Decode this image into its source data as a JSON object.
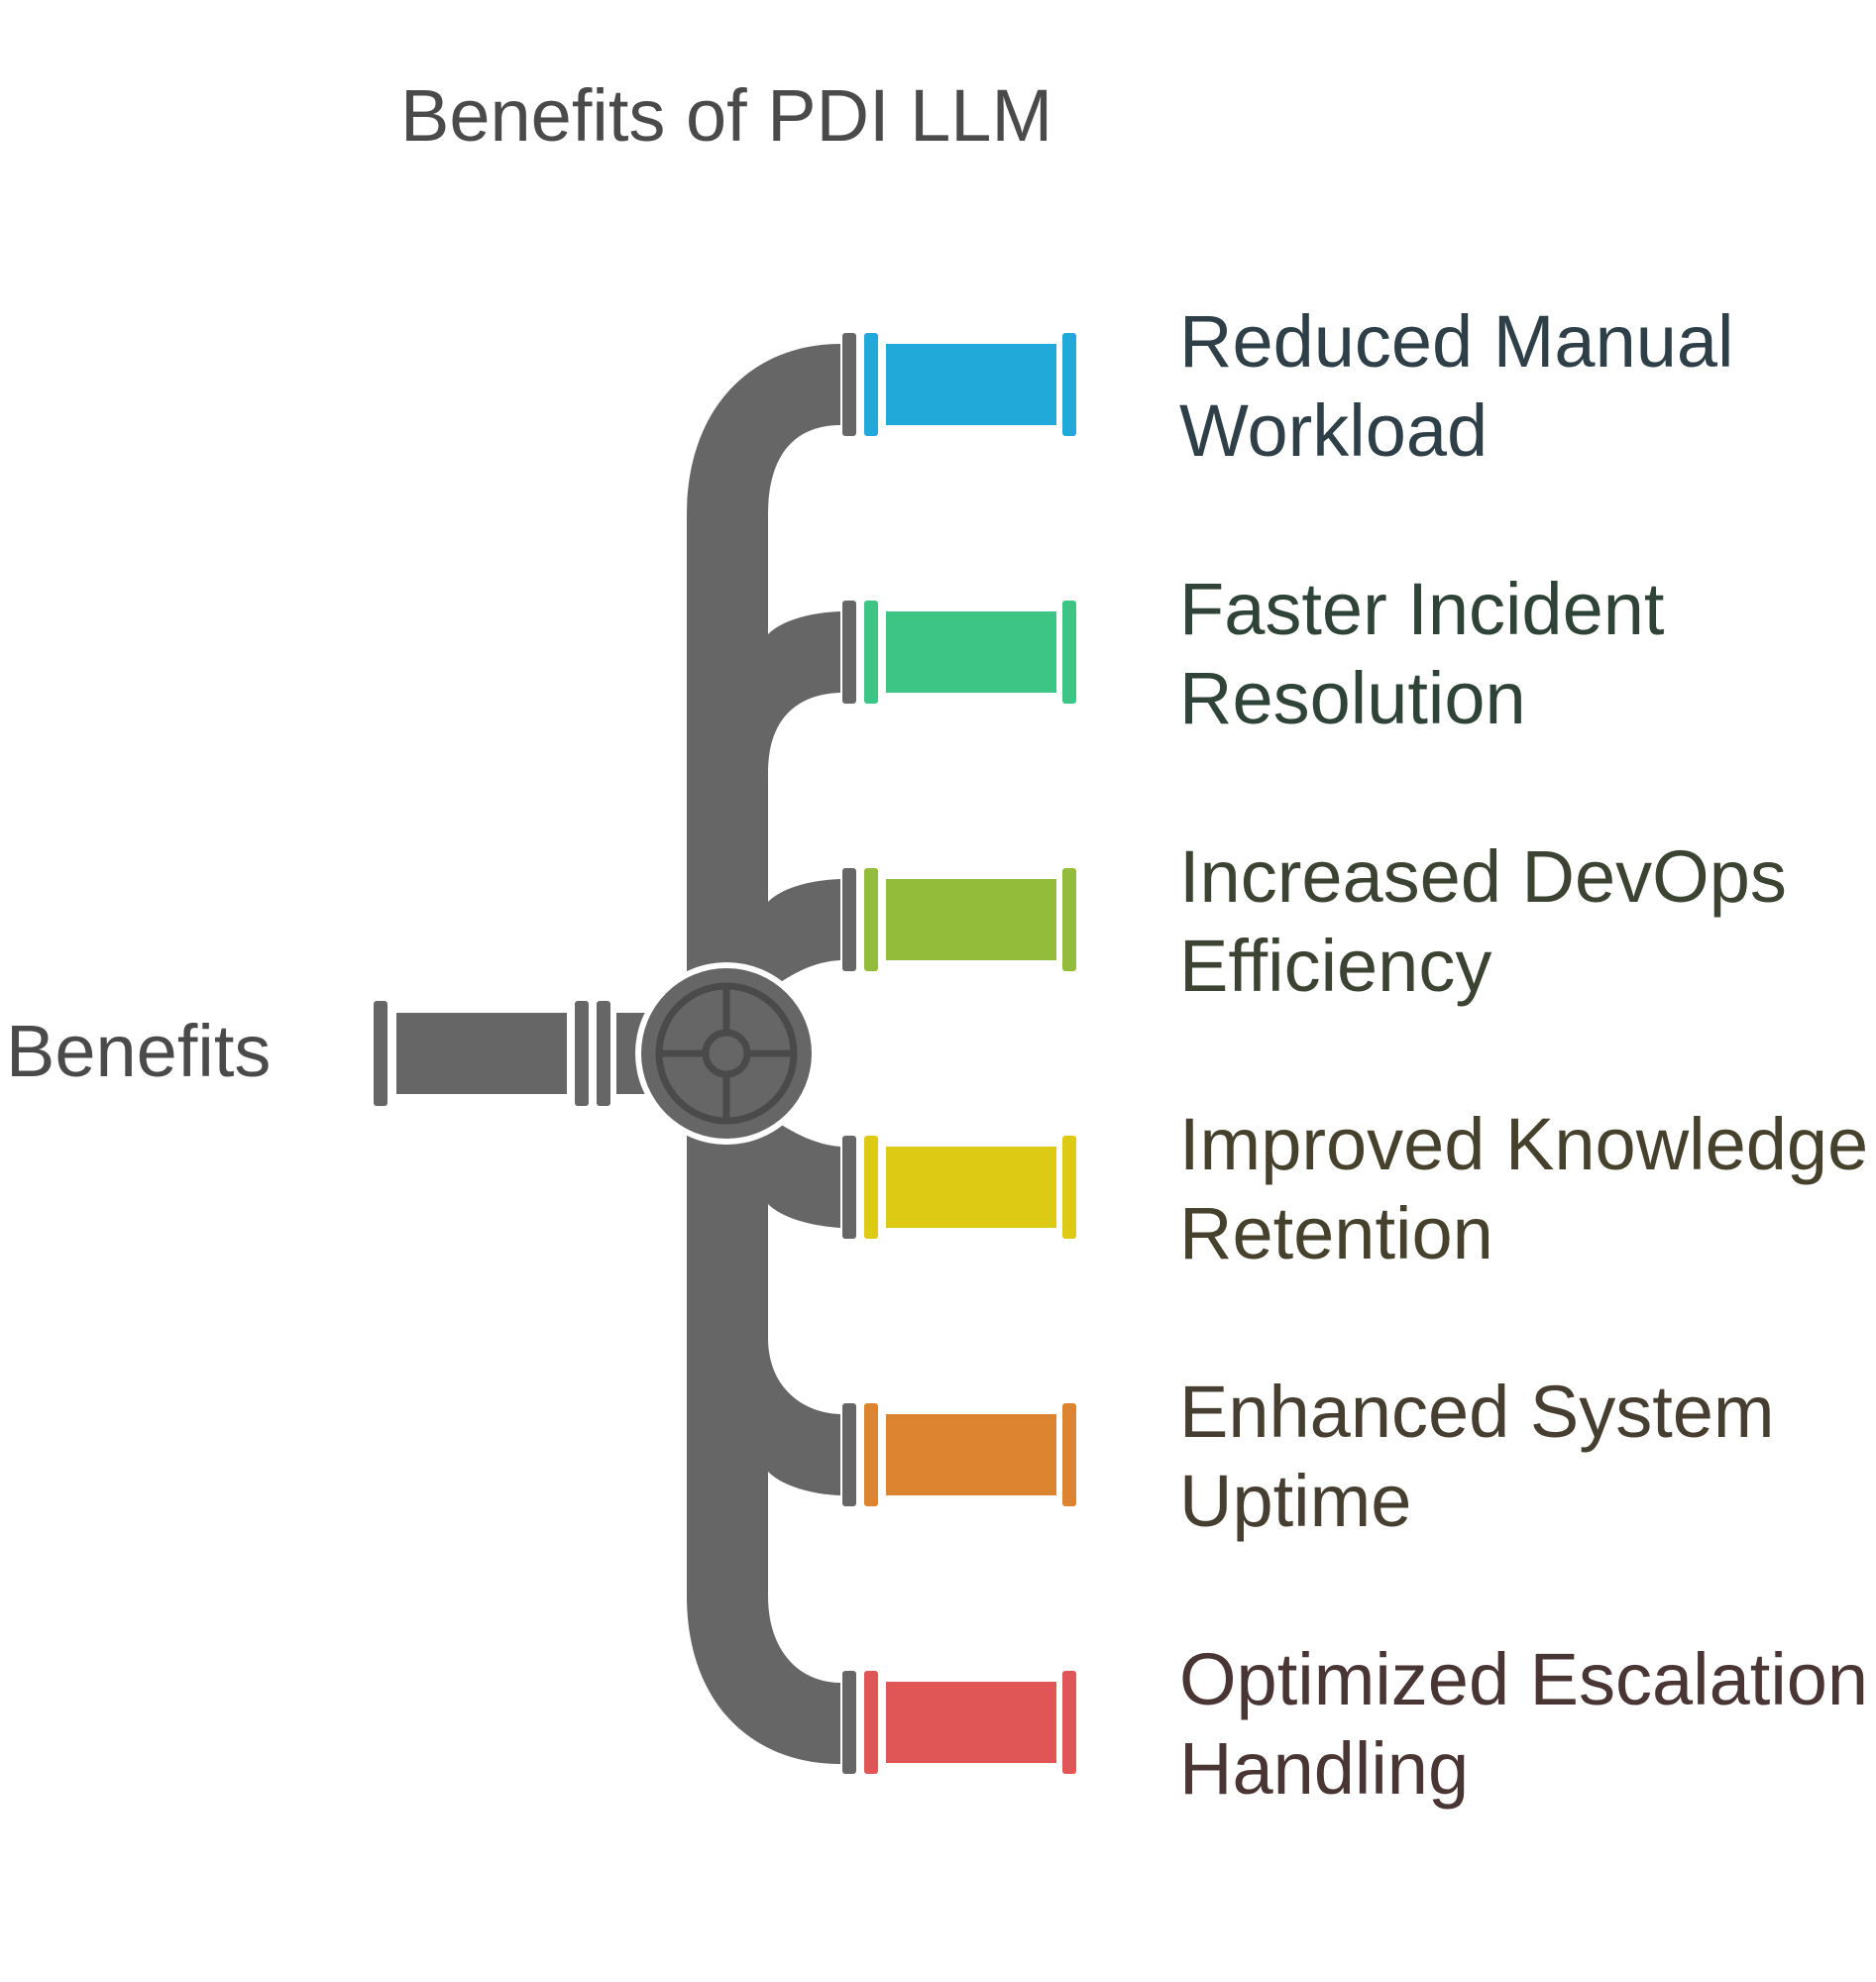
{
  "title": "Benefits of PDI LLM",
  "root": {
    "label": "Benefits",
    "color": "#666666"
  },
  "items": [
    {
      "line1": "Reduced Manual",
      "line2": "Workload",
      "accent": "#21A9DA",
      "text_color": "#2E3F47"
    },
    {
      "line1": "Faster Incident",
      "line2": "Resolution",
      "accent": "#3CC585",
      "text_color": "#2F4338"
    },
    {
      "line1": "Increased DevOps",
      "line2": "Efficiency",
      "accent": "#92BC3A",
      "text_color": "#3D4332"
    },
    {
      "line1": "Improved Knowledge",
      "line2": "Retention",
      "accent": "#DDCA14",
      "text_color": "#45412C"
    },
    {
      "line1": "Enhanced System",
      "line2": "Uptime",
      "accent": "#DD8430",
      "text_color": "#463E30"
    },
    {
      "line1": "Optimized Escalation",
      "line2": "Handling",
      "accent": "#E05555",
      "text_color": "#4A3535"
    }
  ]
}
